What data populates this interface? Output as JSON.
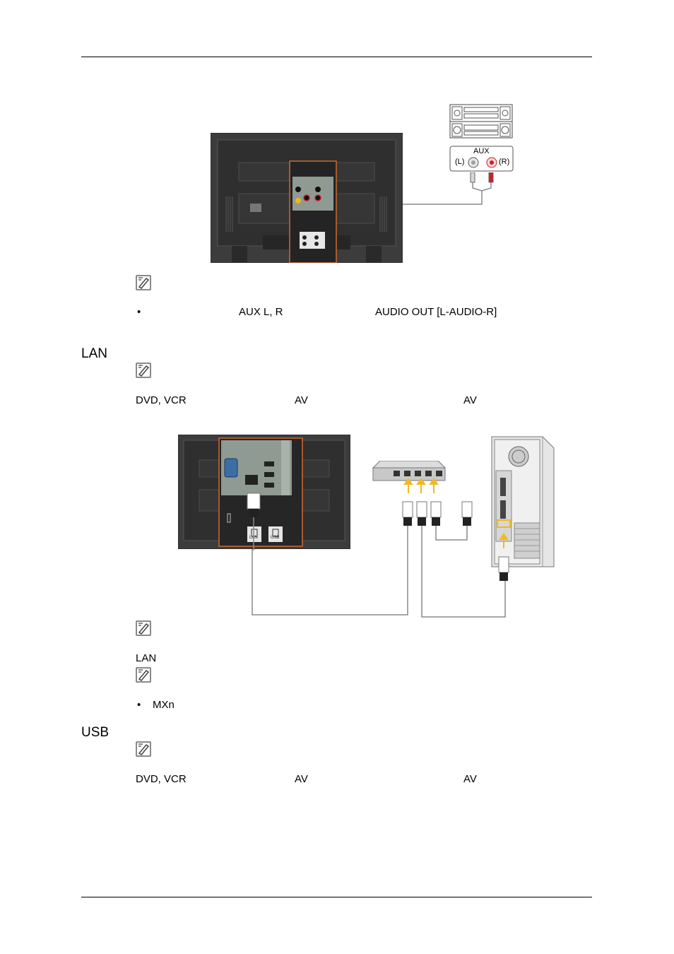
{
  "aux_section": {
    "aux_label": "AUX",
    "left_label": "(L)",
    "right_label": "(R)",
    "bullet_symbol": "•",
    "bullet_part1": "AUX L, R",
    "bullet_part2": "AUDIO OUT [L-AUDIO-R]"
  },
  "lan_section": {
    "heading": "LAN",
    "line_part1": "DVD, VCR",
    "line_part2": "AV",
    "line_part3": "AV",
    "note_text": "LAN",
    "bullet_symbol": "•",
    "bullet_text": "MXn",
    "panel_lan_label": "LAN",
    "panel_usb_label": "USB"
  },
  "usb_section": {
    "heading": "USB",
    "line_part1": "DVD, VCR",
    "line_part2": "AV",
    "line_part3": "AV"
  },
  "icons": [
    "note-icon",
    "monitor-rear-illustration",
    "stereo-system-illustration",
    "network-hub-illustration",
    "pc-tower-illustration"
  ],
  "colors": {
    "highlight": "#d0682e",
    "rca_red": "#c8202a",
    "arrow_yellow": "#f5b81c",
    "cable_gray": "#8a8a8a"
  }
}
